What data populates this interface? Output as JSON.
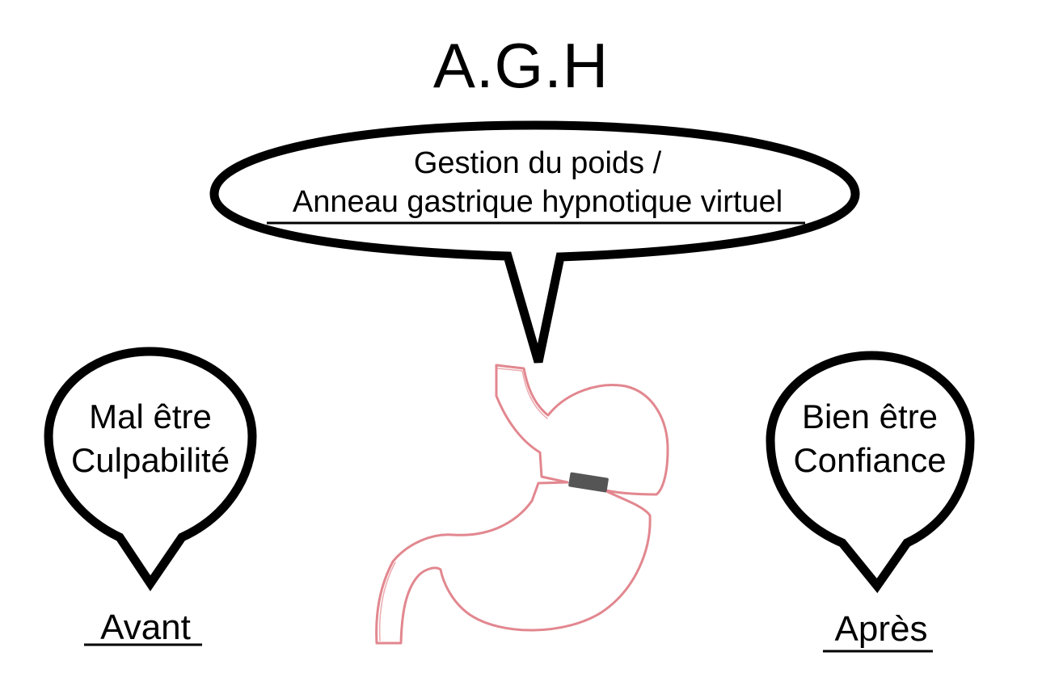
{
  "title": "A.G.H",
  "main_bubble": {
    "line1": "Gestion du poids /",
    "line2": "Anneau gastrique hypnotique virtuel"
  },
  "left_bubble": {
    "line1": "Mal être",
    "line2": "Culpabilité"
  },
  "right_bubble": {
    "line1": "Bien être",
    "line2": "Confiance"
  },
  "captions": {
    "before": "Avant",
    "after": "Après"
  },
  "colors": {
    "outline": "#000000",
    "stomach": "#e2878f",
    "band": "#555555",
    "background": "#ffffff"
  },
  "icons": {
    "stomach": "stomach-drawing-icon",
    "band": "gastric-band-icon"
  }
}
